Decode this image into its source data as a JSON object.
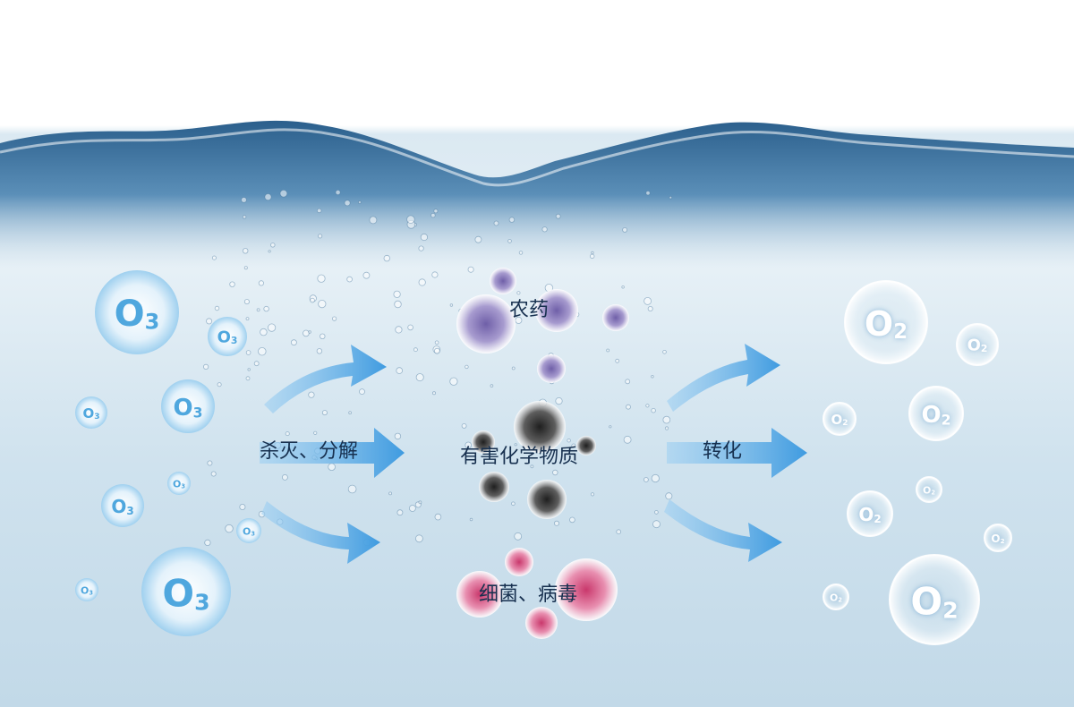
{
  "labels": {
    "kill_decompose": "杀灭、分解",
    "harmful_substances": "有害化学物质",
    "pesticide": "农药",
    "bacteria_virus": "细菌、病毒",
    "convert": "转化"
  },
  "symbols": {
    "ozone_base": "O",
    "ozone_sub": "3",
    "oxygen_base": "O",
    "oxygen_sub": "2"
  },
  "colors": {
    "water_top": "#2e6c9c",
    "arrow": "#4aa3e0",
    "text": "#17304f",
    "ozone": "#4fa7de",
    "pesticide_ball": "#8f82bd",
    "chemical_ball": "#3d3d3d",
    "bacteria_ball": "#d9668f"
  }
}
